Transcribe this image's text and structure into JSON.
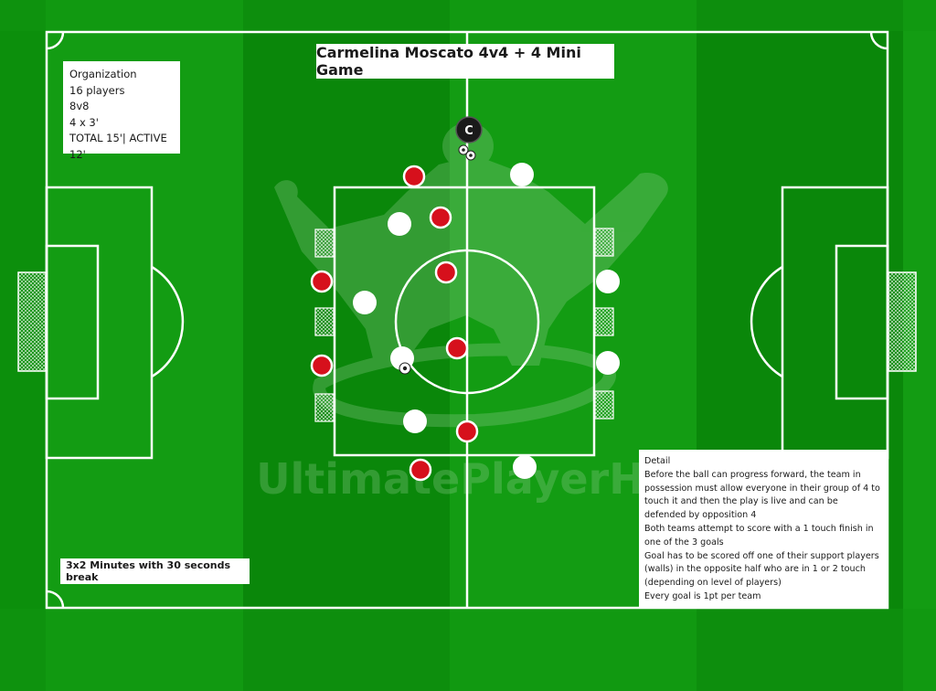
{
  "title": "Carmelina Moscato 4v4 + 4 Mini Game",
  "organization": {
    "lines": [
      "Organization",
      "16 players",
      "8v8",
      "4 x 3'",
      "TOTAL 15'| ACTIVE 12'"
    ]
  },
  "break_note": "3x2 Minutes with 30 seconds break",
  "detail": {
    "heading": "Detail",
    "lines": [
      "Before the ball can progress forward, the team in possession must allow everyone in their group of 4 to touch it and then the play is live and can be defended by opposition 4",
      "Both teams attempt to score with a 1 touch finish in one of the 3 goals",
      "Goal has to be scored off one of their support players (walls) in the opposite half who are in 1 or 2 touch (depending on level of players)",
      "Every goal is 1pt per team"
    ]
  },
  "watermark": "UltimatePlayerHQ",
  "coach_marker": "C",
  "colors": {
    "grass_light": "#139c13",
    "grass_dark": "#0a8a0a",
    "red_team": "#d6101c",
    "white_team": "#ffffff",
    "lines": "#ffffff"
  }
}
